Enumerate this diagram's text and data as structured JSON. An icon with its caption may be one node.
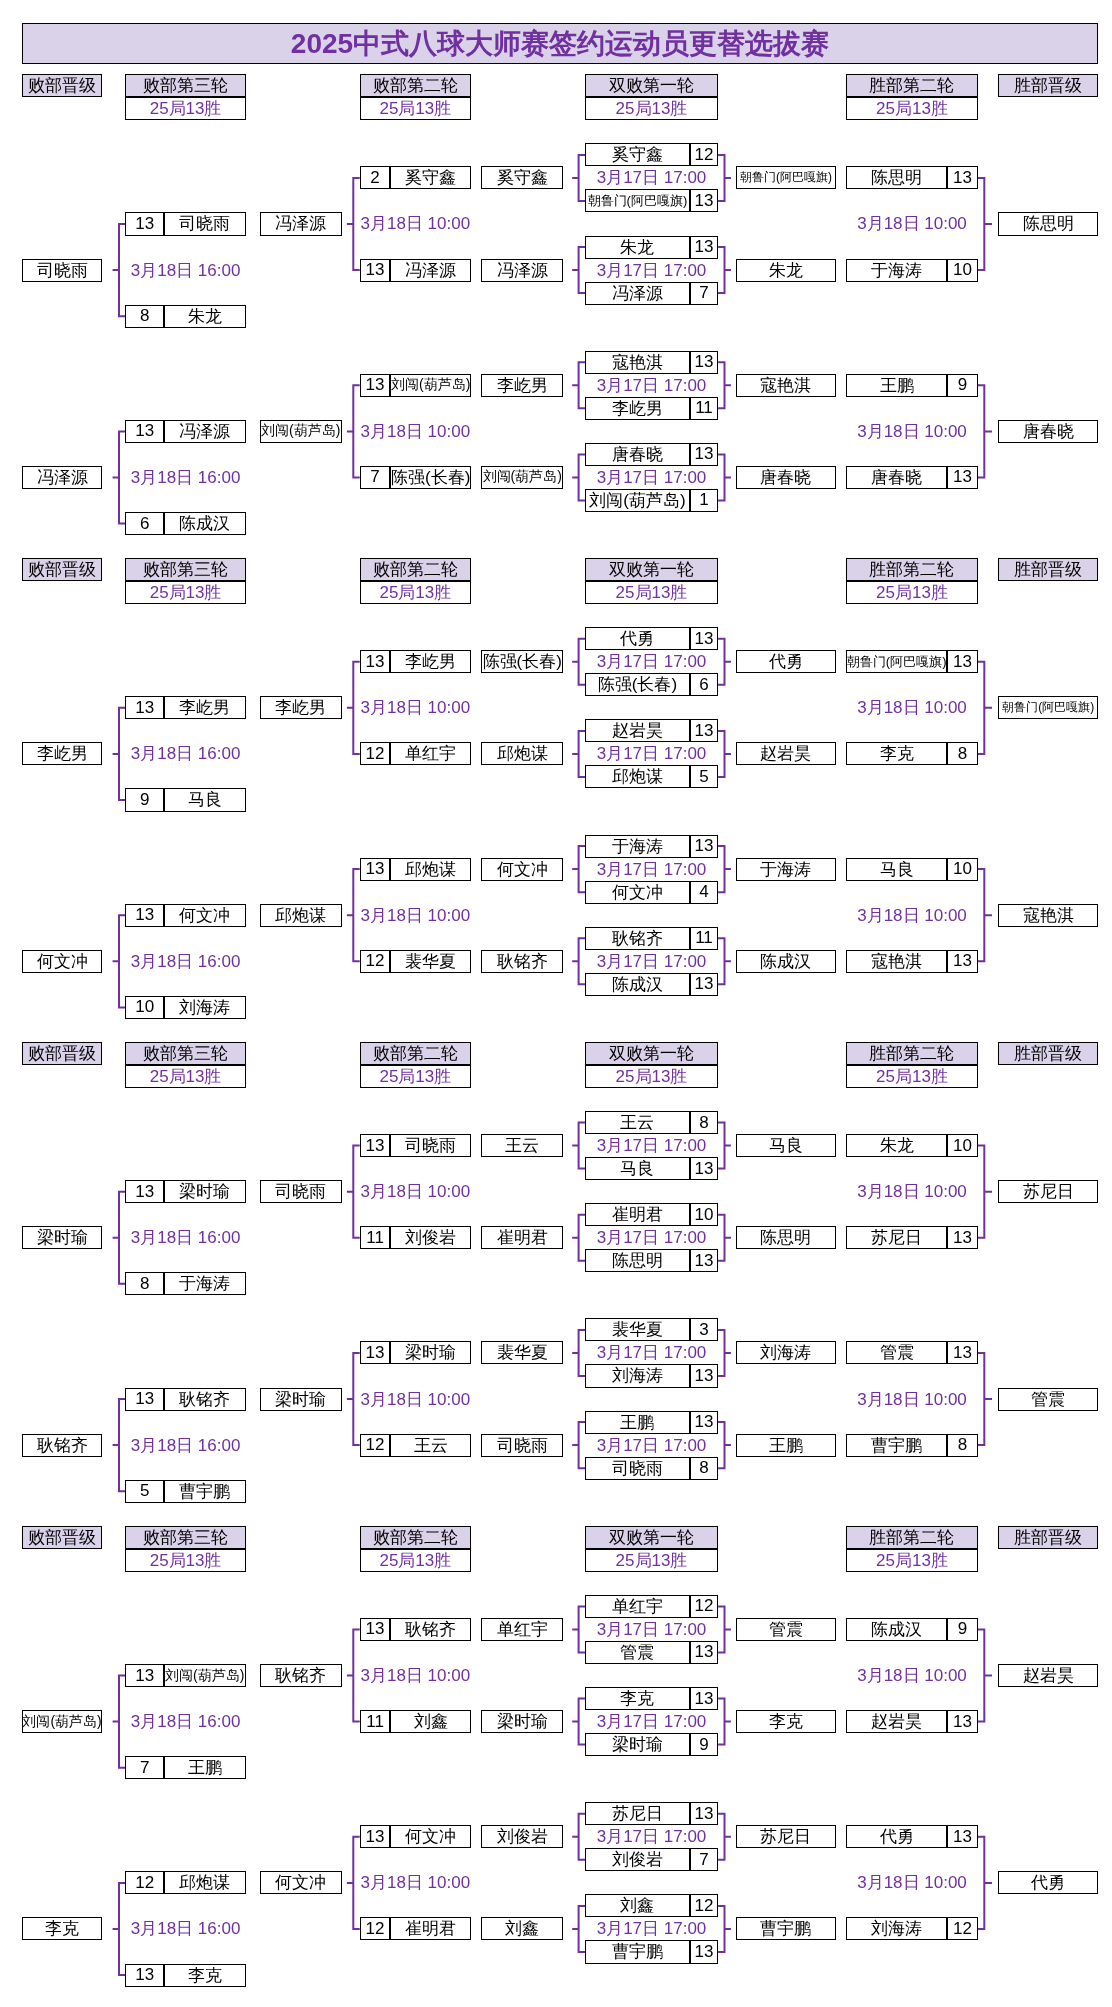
{
  "diagram": {
    "title": "2025中式八球大师赛签约运动员更替选拔赛",
    "labels": [
      "败部晋级",
      "败部第三轮",
      "25局13胜",
      "败部第二轮",
      "25局13胜",
      "双败第一轮",
      "25局13胜",
      "胜部第二轮",
      "25局13胜",
      "胜部晋级",
      "司晓雨",
      "13",
      "司晓雨",
      "3月18日 16:00",
      "8",
      "朱龙",
      "冯泽源",
      "2",
      "奚守鑫",
      "3月18日 10:00",
      "13",
      "冯泽源",
      "奚守鑫",
      "冯泽源",
      "奚守鑫",
      "12",
      "3月17日 17:00",
      "朝鲁门(阿巴嘎旗)",
      "13",
      "朱龙",
      "13",
      "3月17日 17:00",
      "冯泽源",
      "7",
      "朝鲁门(阿巴嘎旗)",
      "朱龙",
      "陈思明",
      "13",
      "3月18日 10:00",
      "于海涛",
      "10",
      "陈思明",
      "冯泽源",
      "13",
      "冯泽源",
      "3月18日 16:00",
      "6",
      "陈成汉",
      "刘闯(葫芦岛)",
      "13",
      "刘闯(葫芦岛)",
      "3月18日 10:00",
      "7",
      "陈强(长春)",
      "李屹男",
      "刘闯(葫芦岛)",
      "寇艳淇",
      "13",
      "3月17日 17:00",
      "李屹男",
      "11",
      "唐春晓",
      "13",
      "3月17日 17:00",
      "刘闯(葫芦岛)",
      "1",
      "寇艳淇",
      "唐春晓",
      "王鹏",
      "9",
      "3月18日 10:00",
      "唐春晓",
      "13",
      "唐春晓",
      "败部晋级",
      "败部第三轮",
      "25局13胜",
      "败部第二轮",
      "25局13胜",
      "双败第一轮",
      "25局13胜",
      "胜部第二轮",
      "25局13胜",
      "胜部晋级",
      "李屹男",
      "13",
      "李屹男",
      "3月18日 16:00",
      "9",
      "马良",
      "李屹男",
      "13",
      "李屹男",
      "3月18日 10:00",
      "12",
      "单红宇",
      "陈强(长春)",
      "邱炮谋",
      "代勇",
      "13",
      "3月17日 17:00",
      "陈强(长春)",
      "6",
      "赵岩昊",
      "13",
      "3月17日 17:00",
      "邱炮谋",
      "5",
      "代勇",
      "赵岩昊",
      "朝鲁门(阿巴嘎旗)",
      "13",
      "3月18日 10:00",
      "李克",
      "8",
      "朝鲁门(阿巴嘎旗)",
      "何文冲",
      "13",
      "何文冲",
      "3月18日 16:00",
      "10",
      "刘海涛",
      "邱炮谋",
      "13",
      "邱炮谋",
      "3月18日 10:00",
      "12",
      "裴华夏",
      "何文冲",
      "耿铭齐",
      "于海涛",
      "13",
      "3月17日 17:00",
      "何文冲",
      "4",
      "耿铭齐",
      "11",
      "3月17日 17:00",
      "陈成汉",
      "13",
      "于海涛",
      "陈成汉",
      "马良",
      "10",
      "3月18日 10:00",
      "寇艳淇",
      "13",
      "寇艳淇",
      "败部晋级",
      "败部第三轮",
      "25局13胜",
      "败部第二轮",
      "25局13胜",
      "双败第一轮",
      "25局13胜",
      "胜部第二轮",
      "25局13胜",
      "胜部晋级",
      "梁时瑜",
      "13",
      "梁时瑜",
      "3月18日 16:00",
      "8",
      "于海涛",
      "司晓雨",
      "13",
      "司晓雨",
      "3月18日 10:00",
      "11",
      "刘俊岩",
      "王云",
      "崔明君",
      "王云",
      "8",
      "3月17日 17:00",
      "马良",
      "13",
      "崔明君",
      "10",
      "3月17日 17:00",
      "陈思明",
      "13",
      "马良",
      "陈思明",
      "朱龙",
      "10",
      "3月18日 10:00",
      "苏尼日",
      "13",
      "苏尼日",
      "耿铭齐",
      "13",
      "耿铭齐",
      "3月18日 16:00",
      "5",
      "曹宇鹏",
      "梁时瑜",
      "13",
      "梁时瑜",
      "3月18日 10:00",
      "12",
      "王云",
      "裴华夏",
      "司晓雨",
      "裴华夏",
      "3",
      "3月17日 17:00",
      "刘海涛",
      "13",
      "王鹏",
      "13",
      "3月17日 17:00",
      "司晓雨",
      "8",
      "刘海涛",
      "王鹏",
      "管震",
      "13",
      "3月18日 10:00",
      "曹宇鹏",
      "8",
      "管震",
      "败部晋级",
      "败部第三轮",
      "25局13胜",
      "败部第二轮",
      "25局13胜",
      "双败第一轮",
      "25局13胜",
      "胜部第二轮",
      "25局13胜",
      "胜部晋级",
      "刘闯(葫芦岛)",
      "13",
      "刘闯(葫芦岛)",
      "3月18日 16:00",
      "7",
      "王鹏",
      "耿铭齐",
      "13",
      "耿铭齐",
      "3月18日 10:00",
      "11",
      "刘鑫",
      "单红宇",
      "梁时瑜",
      "单红宇",
      "12",
      "3月17日 17:00",
      "管震",
      "13",
      "李克",
      "13",
      "3月17日 17:00",
      "梁时瑜",
      "9",
      "管震",
      "李克",
      "陈成汉",
      "9",
      "3月18日 10:00",
      "赵岩昊",
      "13",
      "赵岩昊",
      "李克",
      "12",
      "邱炮谋",
      "3月18日 16:00",
      "13",
      "李克",
      "何文冲",
      "13",
      "何文冲",
      "3月18日 10:00",
      "12",
      "崔明君",
      "刘俊岩",
      "刘鑫",
      "苏尼日",
      "13",
      "3月17日 17:00",
      "刘俊岩",
      "7",
      "刘鑫",
      "12",
      "3月17日 17:00",
      "曹宇鹏",
      "13",
      "苏尼日",
      "曹宇鹏",
      "代勇",
      "13",
      "3月18日 10:00",
      "刘海涛",
      "12",
      "代勇"
    ]
  }
}
